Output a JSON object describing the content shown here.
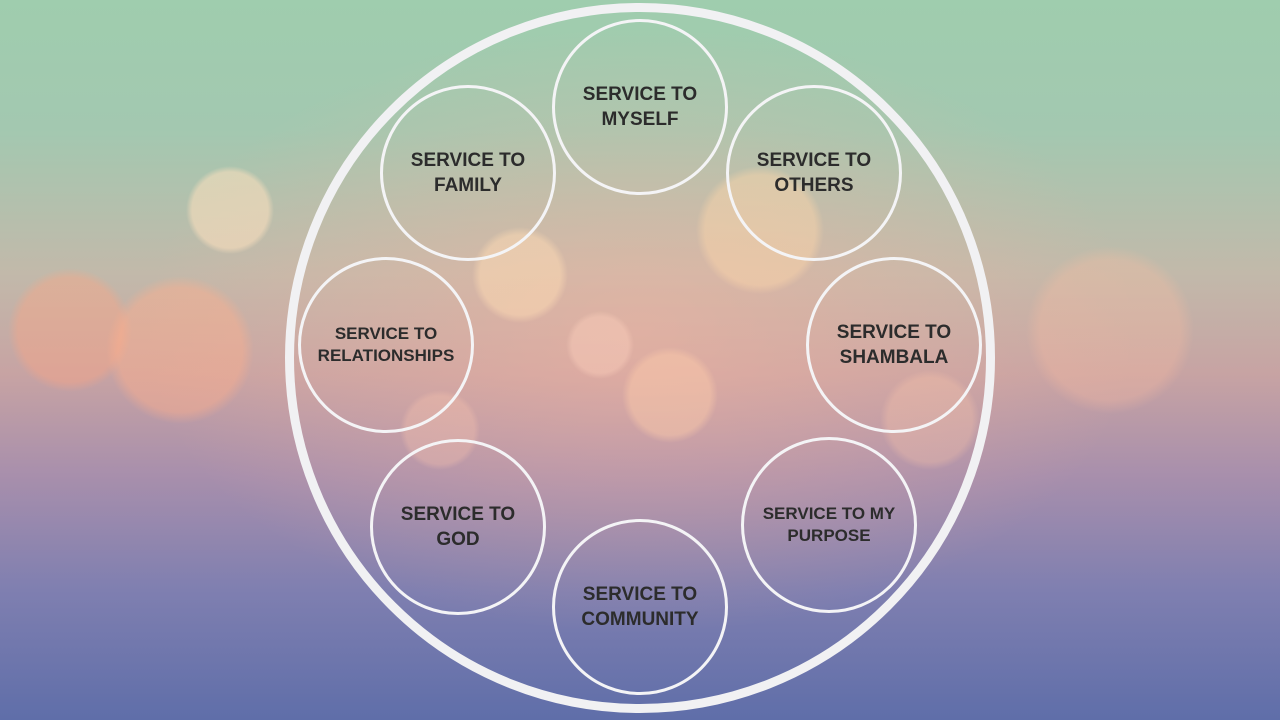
{
  "diagram": {
    "nodes": [
      {
        "id": "myself",
        "lines": [
          "SERVICE TO",
          "MYSELF"
        ]
      },
      {
        "id": "family",
        "lines": [
          "SERVICE TO",
          "FAMILY"
        ]
      },
      {
        "id": "others",
        "lines": [
          "SERVICE TO",
          "OTHERS"
        ]
      },
      {
        "id": "relationships",
        "lines": [
          "SERVICE TO",
          "RELATIONSHIPS"
        ]
      },
      {
        "id": "shambala",
        "lines": [
          "SERVICE TO",
          "SHAMBALA"
        ]
      },
      {
        "id": "god",
        "lines": [
          "SERVICE TO",
          "GOD"
        ]
      },
      {
        "id": "my-purpose",
        "lines": [
          "SERVICE TO MY",
          "PURPOSE"
        ]
      },
      {
        "id": "community",
        "lines": [
          "SERVICE TO",
          "COMMUNITY"
        ]
      }
    ]
  }
}
